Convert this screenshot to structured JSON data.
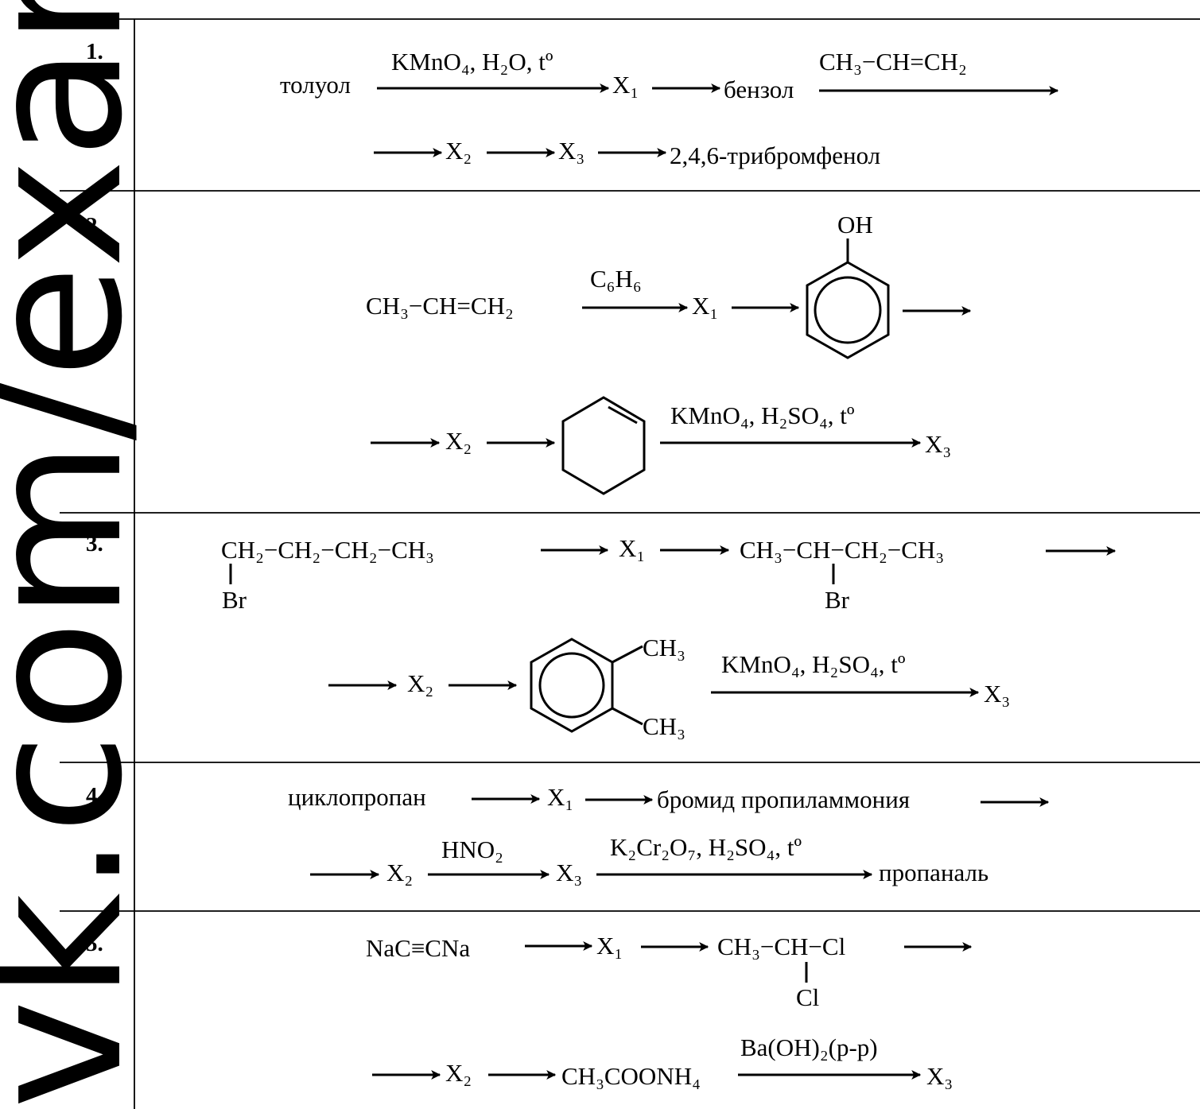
{
  "watermark": "vk.com/examtop",
  "rows": [
    {
      "number": "1.",
      "lines": [
        [
          "толуол",
          "KMnO₄, H₂O, tº",
          "X₁",
          "бензол",
          "CH₃−CH=CH₂"
        ],
        [
          "X₂",
          "X₃",
          "2,4,6-трибромфенол"
        ]
      ]
    },
    {
      "number": "2.",
      "lines": [
        [
          "CH₃−CH=CH₂",
          "C₆H₆",
          "X₁",
          "OH"
        ],
        [
          "X₂",
          "KMnO₄, H₂SO₄, tº",
          "X₃"
        ]
      ]
    },
    {
      "number": "3.",
      "lines": [
        [
          "CH₂−CH₂−CH₂−CH₃",
          "Br",
          "X₁",
          "CH₃−CH−CH₂−CH₃",
          "Br"
        ],
        [
          "X₂",
          "CH₃",
          "CH₃",
          "KMnO₄, H₂SO₄, tº",
          "X₃"
        ]
      ]
    },
    {
      "number": "4.",
      "lines": [
        [
          "циклопропан",
          "X₁",
          "бромид пропиламмония"
        ],
        [
          "X₂",
          "HNO₂",
          "X₃",
          "K₂Cr₂O₇, H₂SO₄, tº",
          "пропаналь"
        ]
      ]
    },
    {
      "number": "5.",
      "lines": [
        [
          "NaC≡CNa",
          "X₁",
          "CH₃−CH−Cl",
          "Cl"
        ],
        [
          "X₂",
          "CH₃COONH₄",
          "Ba(OH)₂(р-р)",
          "X₃"
        ]
      ]
    }
  ]
}
